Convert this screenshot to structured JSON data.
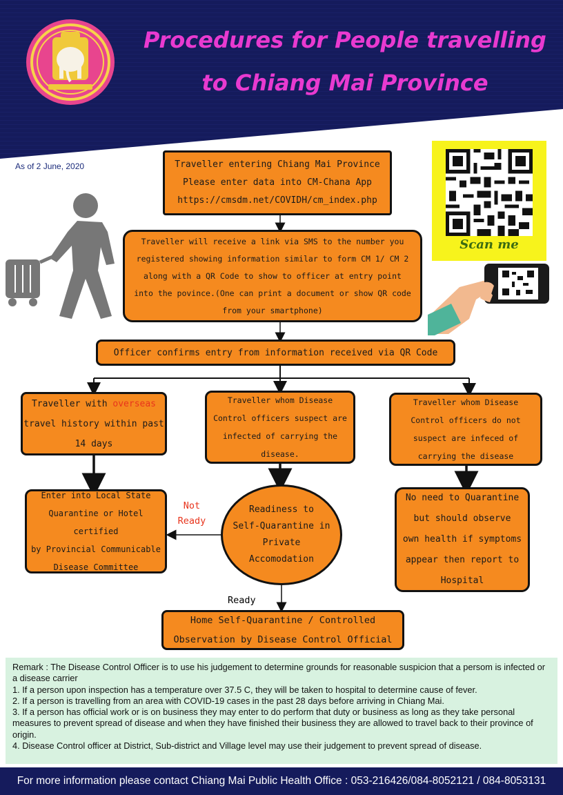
{
  "header": {
    "title_line1": "Procedures for People travelling",
    "title_line2": "to Chiang Mai Province"
  },
  "as_of": "As of 2 June, 2020",
  "flow": {
    "step1": [
      "Traveller entering Chiang Mai Province",
      "Please enter data into CM-Chana App",
      "https://cmsdm.net/COVIDH/cm_index.php"
    ],
    "step2": [
      "Traveller will receive a link via SMS to the number you",
      "registered showing information similar to form CM 1/ CM 2",
      "along with a QR Code to show to officer at entry point",
      "into the povince.(One can print a document or show QR code",
      "from your smartphone)"
    ],
    "step3": "Officer confirms entry from information received via QR Code",
    "branch_overseas": {
      "pre": "Traveller with ",
      "highlight": "overseas",
      "line2": "travel history within past",
      "line3": "14 days"
    },
    "branch_suspect": [
      "Traveller whom Disease",
      "Control officers suspect are",
      "infected of carrying the",
      "disease."
    ],
    "branch_not_suspect": [
      "Traveller whom Disease",
      "Control officers do not",
      "suspect are infeced of",
      "carrying the disease"
    ],
    "local_quarantine": [
      "Enter into Local State",
      "Quarantine or Hotel certified",
      "by Provincial Communicable",
      "Disease Committee"
    ],
    "readiness": [
      "Readiness to",
      "Self-Quarantine in",
      "Private",
      "Accomodation"
    ],
    "no_quarantine": [
      "No need to Quarantine",
      "but should observe",
      "own health if symptoms",
      "appear then report to",
      "Hospital"
    ],
    "home_quarantine": [
      "Home Self-Quarantine / Controlled",
      "Observation by Disease Control Official"
    ],
    "not_ready_label": [
      "Not",
      "Ready"
    ],
    "ready_label": "Ready"
  },
  "qr": {
    "caption": "Scan me"
  },
  "remarks": [
    "Remark : The Disease Control Officer is to use his judgement to determine grounds for reasonable suspicion that a persom is infected or a disease carrier",
    "1. If a person upon inspection has a temperature over 37.5 C, they will be taken to hospital to determine cause of fever.",
    "2. If a person is travelling from an area with COVID-19 cases in the past 28 days before arriving in Chiang Mai.",
    "3. If a person has official work or is on business they may enter to do perform that duty or business as long as they take personal measures to prevent spread of disease and when they have finished their business they are allowed to travel back to their province of origin.",
    "4. Disease Control officer at District, Sub-district and Village level may use their judgement to prevent spread of disease."
  ],
  "footer": "For more information please contact Chiang Mai Public Health Office : 053-216426/084-8052121 / 084-8053131",
  "colors": {
    "navy": "#151b5c",
    "title_pink": "#e83ad0",
    "box_orange": "#f58a1f",
    "qr_yellow": "#f7f31c",
    "remark_green": "#d8f2e0",
    "alert_red": "#e8341c"
  },
  "icons": [
    "seal-emblem-icon",
    "walking-traveller-icon",
    "qr-code-icon",
    "hand-phone-icon"
  ]
}
